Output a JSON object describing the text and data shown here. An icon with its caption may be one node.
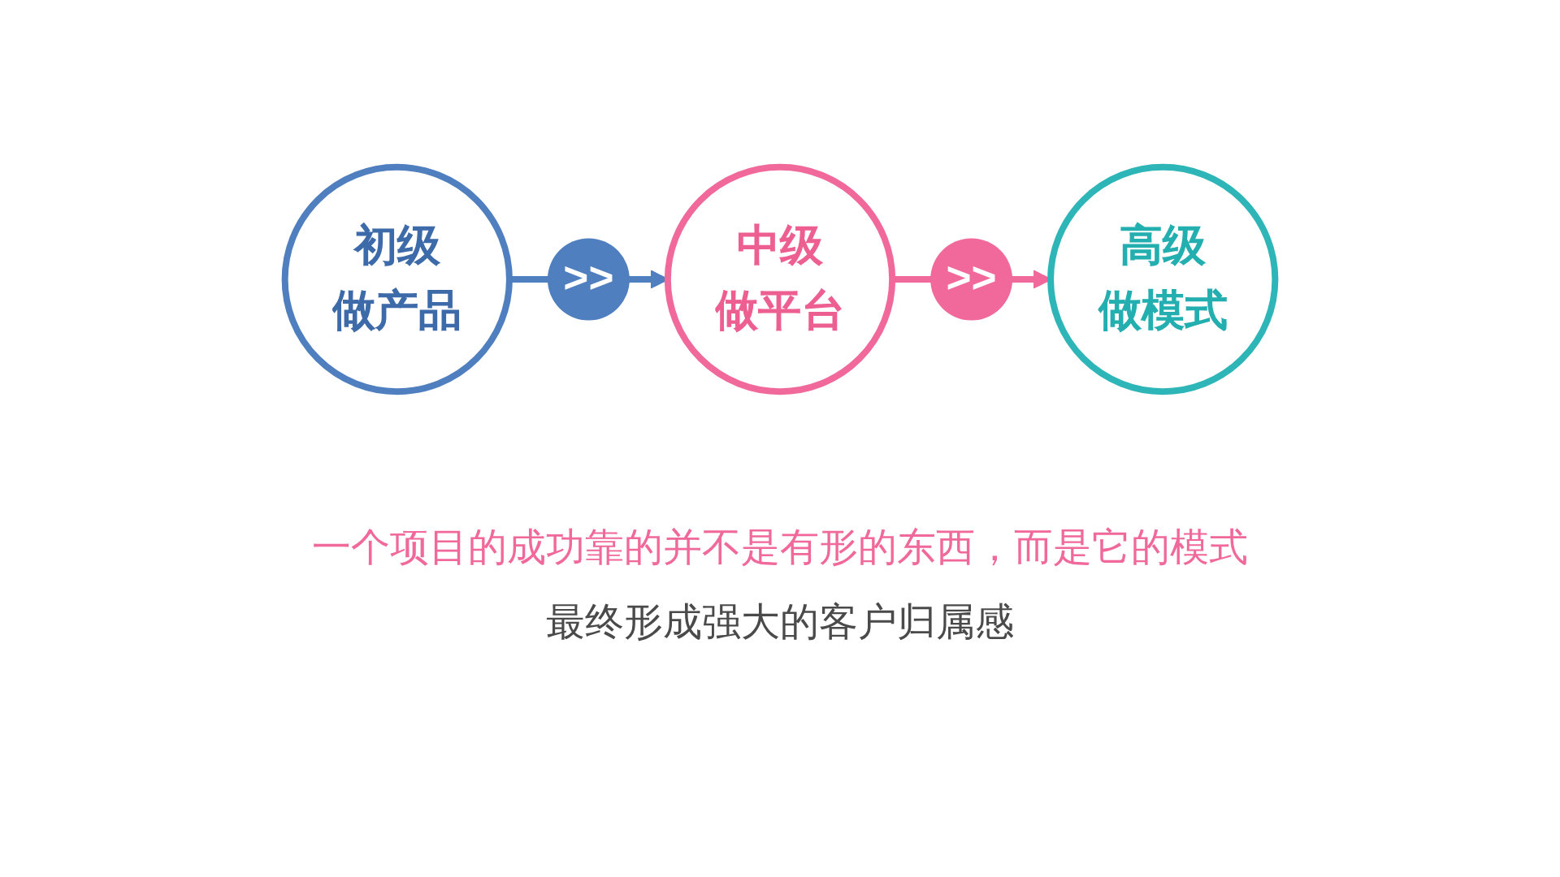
{
  "diagram": {
    "nodes": [
      {
        "text": [
          "初级",
          "做产品"
        ]
      },
      {
        "text": [
          "中级",
          "做平台"
        ]
      },
      {
        "text": [
          "高级",
          "做模式"
        ]
      }
    ],
    "edges": [
      {
        "from": 0,
        "to": 1,
        "arrow": "to",
        "label": ">>",
        "color": "#4f7fbf"
      },
      {
        "from": 1,
        "to": 2,
        "arrow": "to",
        "label": ">>",
        "color": "#f0699a"
      }
    ],
    "labels": [
      "一个项目的成功靠的并不是有形的东西，而是它的模式",
      "最终形成强大的客户归属感"
    ]
  }
}
